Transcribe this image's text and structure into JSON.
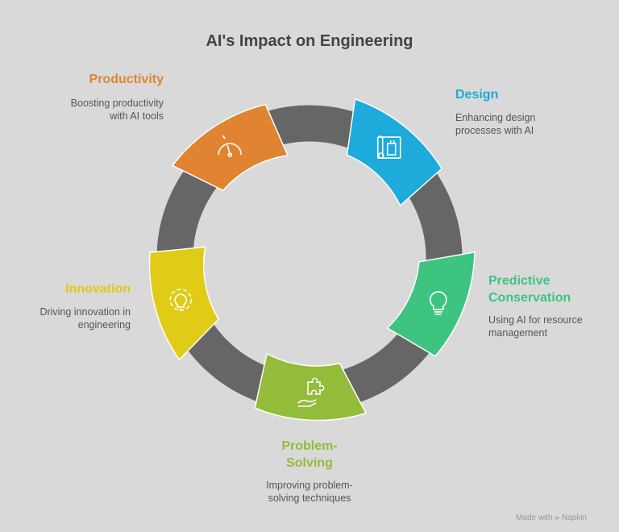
{
  "title": "AI's Impact on Engineering",
  "colors": {
    "background": "#d9d9d9",
    "ring": "#666666"
  },
  "steps": [
    {
      "heading": "Design",
      "description": "Enhancing design processes with AI",
      "color": "#1eaadb",
      "icon": "blueprint-icon"
    },
    {
      "heading": "Predictive Conservation",
      "description": "Using AI for resource management",
      "color": "#3dc481",
      "icon": "lightbulb-icon"
    },
    {
      "heading": "Problem-Solving",
      "description": "Improving problem-solving techniques",
      "color": "#93bc3a",
      "icon": "puzzle-hand-icon"
    },
    {
      "heading": "Innovation",
      "description": "Driving innovation in engineering",
      "color": "#e0cb17",
      "icon": "gear-bulb-icon"
    },
    {
      "heading": "Productivity",
      "description": "Boosting productivity with AI tools",
      "color": "#e08431",
      "icon": "speedometer-icon"
    }
  ],
  "footer": {
    "made_with": "Made with",
    "brand": "Napkin"
  }
}
